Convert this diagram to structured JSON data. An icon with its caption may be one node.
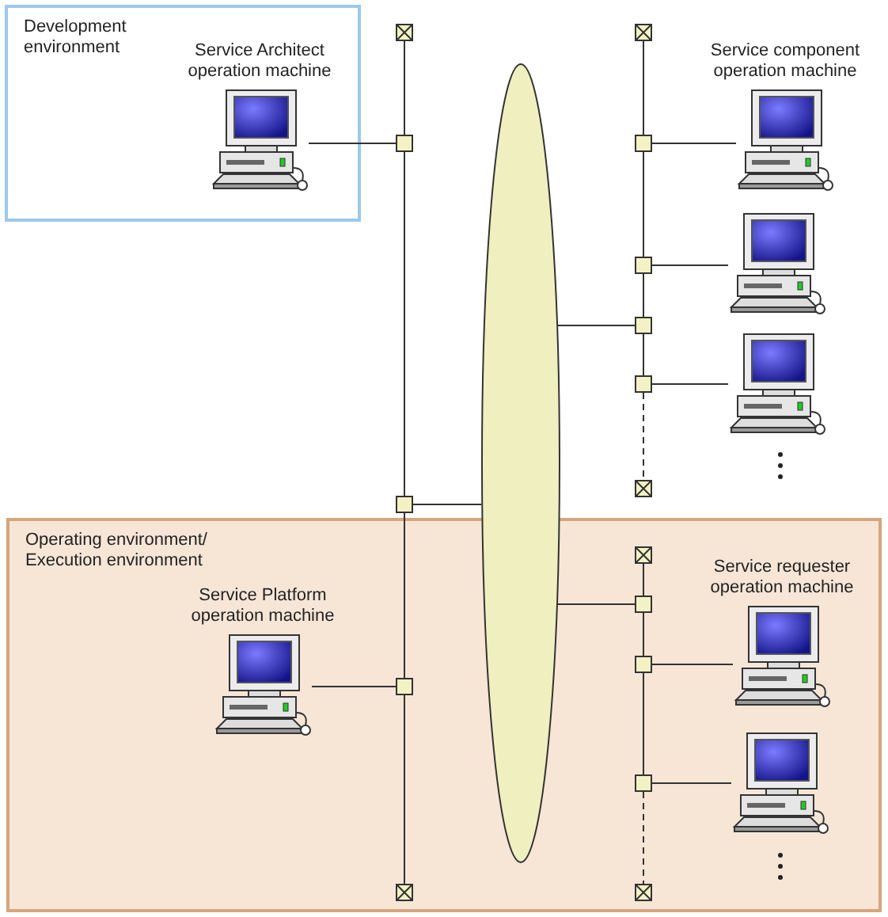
{
  "diagram": {
    "nodes": [
      {
        "text": [
          "Development environment"
        ]
      },
      {
        "text": [
          "Service Architect operation machine"
        ],
        "in": 0
      },
      {
        "text": [
          "Service component operation machine"
        ]
      },
      {
        "text": [],
        "shape": "computer"
      },
      {
        "text": [],
        "shape": "computer"
      },
      {
        "text": [],
        "shape": "ellipse"
      },
      {
        "text": [
          "Operating environment/ Execution environment"
        ]
      },
      {
        "text": [
          "Service Platform operation machine"
        ],
        "in": 6
      },
      {
        "text": [
          "Service requester operation machine"
        ],
        "in": 6
      },
      {
        "text": [],
        "shape": "computer",
        "in": 6
      },
      {
        "text": [],
        "shape": "box"
      },
      {
        "text": [],
        "shape": "box"
      },
      {
        "text": [],
        "shape": "box",
        "in": 6
      },
      {
        "text": [],
        "shape": "box"
      },
      {
        "text": [],
        "shape": "box"
      },
      {
        "text": [],
        "shape": "box"
      },
      {
        "text": [],
        "shape": "box"
      },
      {
        "text": [],
        "shape": "box",
        "in": 6
      },
      {
        "text": [],
        "shape": "box",
        "in": 6
      },
      {
        "text": [],
        "shape": "box",
        "in": 6
      },
      {
        "text": [],
        "shape": "terminator"
      },
      {
        "text": [],
        "shape": "terminator",
        "in": 6
      },
      {
        "text": [],
        "shape": "terminator"
      },
      {
        "text": [],
        "shape": "terminator"
      },
      {
        "text": [],
        "shape": "terminator",
        "in": 6
      },
      {
        "text": [],
        "shape": "terminator",
        "in": 6
      }
    ],
    "edges": [
      {
        "from": 20,
        "to": 10,
        "arrow": "none"
      },
      {
        "from": 10,
        "to": 11,
        "arrow": "none"
      },
      {
        "from": 11,
        "to": 12,
        "arrow": "none"
      },
      {
        "from": 12,
        "to": 21,
        "arrow": "none"
      },
      {
        "from": 22,
        "to": 13,
        "arrow": "none"
      },
      {
        "from": 13,
        "to": 14,
        "arrow": "none"
      },
      {
        "from": 14,
        "to": 15,
        "arrow": "none"
      },
      {
        "from": 15,
        "to": 16,
        "arrow": "none"
      },
      {
        "from": 16,
        "to": 23,
        "arrow": "none",
        "style": "dashed"
      },
      {
        "from": 24,
        "to": 17,
        "arrow": "none"
      },
      {
        "from": 17,
        "to": 18,
        "arrow": "none"
      },
      {
        "from": 18,
        "to": 19,
        "arrow": "none"
      },
      {
        "from": 19,
        "to": 25,
        "arrow": "none",
        "style": "dashed"
      },
      {
        "from": 1,
        "to": 10,
        "arrow": "none"
      },
      {
        "from": 13,
        "to": 2,
        "arrow": "none"
      },
      {
        "from": 14,
        "to": 3,
        "arrow": "none"
      },
      {
        "from": 16,
        "to": 4,
        "arrow": "none"
      },
      {
        "from": 5,
        "to": 11,
        "arrow": "none"
      },
      {
        "from": 5,
        "to": 15,
        "arrow": "none"
      },
      {
        "from": 5,
        "to": 17,
        "arrow": "none"
      },
      {
        "from": 7,
        "to": 12,
        "arrow": "none"
      },
      {
        "from": 18,
        "to": 8,
        "arrow": "none"
      },
      {
        "from": 19,
        "to": 9,
        "arrow": "none"
      }
    ]
  }
}
